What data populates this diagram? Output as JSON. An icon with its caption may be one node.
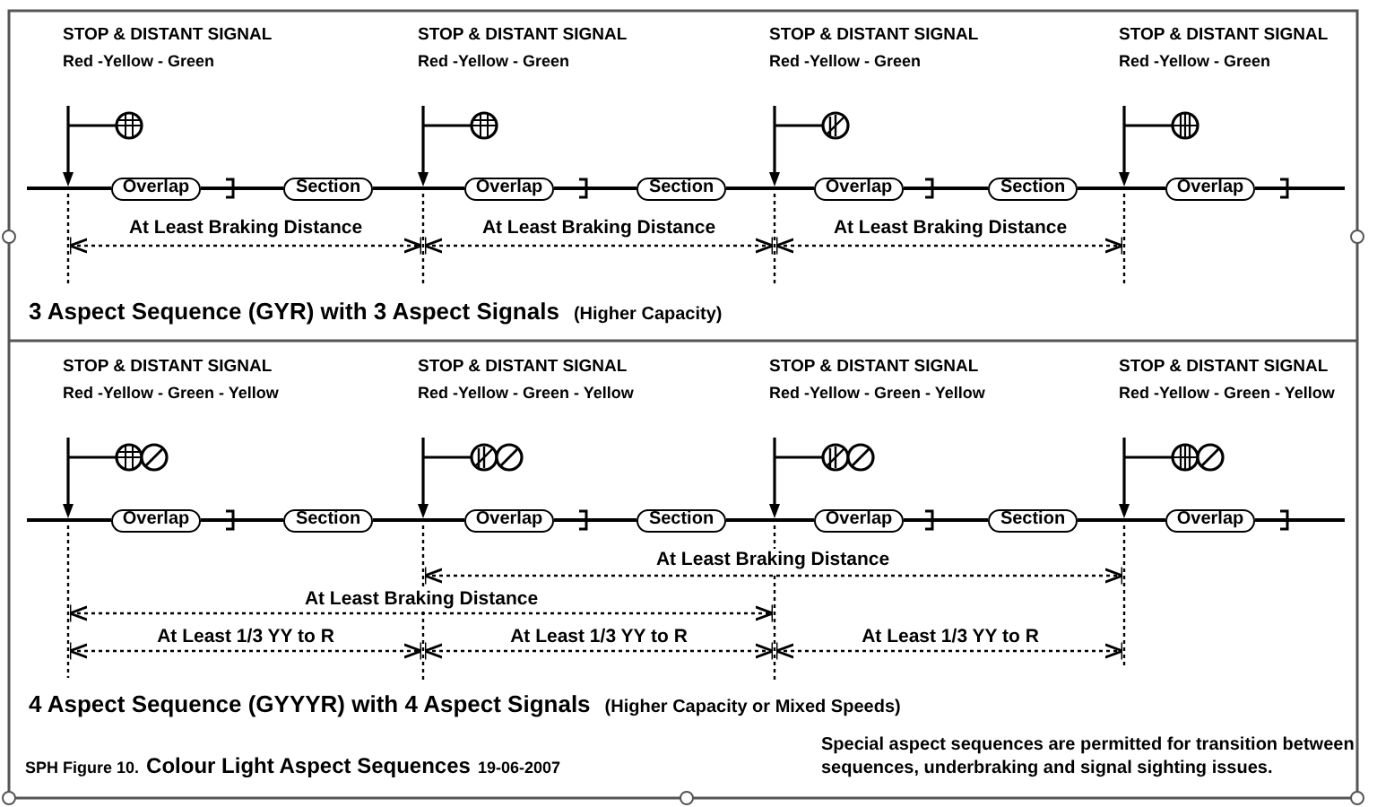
{
  "diagram": {
    "title": "Colour Light Aspect Sequences",
    "nodes": [
      {
        "text": [
          "STOP & DISTANT SIGNAL",
          "Red -Yellow - Green"
        ]
      },
      {
        "text": [
          "STOP & DISTANT SIGNAL",
          "Red -Yellow - Green"
        ]
      },
      {
        "text": [
          "STOP & DISTANT SIGNAL",
          "Red -Yellow - Green"
        ]
      },
      {
        "text": [
          "STOP & DISTANT SIGNAL",
          "Red -Yellow - Green"
        ]
      },
      {
        "text": [
          "Overlap"
        ]
      },
      {
        "text": [
          "Section"
        ]
      },
      {
        "text": [
          "Overlap"
        ]
      },
      {
        "text": [
          "Section"
        ]
      },
      {
        "text": [
          "Overlap"
        ]
      },
      {
        "text": [
          "Section"
        ]
      },
      {
        "text": [
          "Overlap"
        ]
      },
      {
        "text": [
          "STOP & DISTANT SIGNAL",
          "Red -Yellow - Green - Yellow"
        ]
      },
      {
        "text": [
          "STOP & DISTANT SIGNAL",
          "Red -Yellow - Green - Yellow"
        ]
      },
      {
        "text": [
          "STOP & DISTANT SIGNAL",
          "Red -Yellow - Green - Yellow"
        ]
      },
      {
        "text": [
          "STOP & DISTANT SIGNAL",
          "Red -Yellow - Green - Yellow"
        ]
      },
      {
        "text": [
          "Overlap"
        ]
      },
      {
        "text": [
          "Section"
        ]
      },
      {
        "text": [
          "Overlap"
        ]
      },
      {
        "text": [
          "Section"
        ]
      },
      {
        "text": [
          "Overlap"
        ]
      },
      {
        "text": [
          "Section"
        ]
      },
      {
        "text": [
          "Overlap"
        ]
      }
    ],
    "edges": [
      {
        "from": null,
        "to": 4,
        "arrow": "none"
      },
      {
        "from": 4,
        "to": 5,
        "arrow": "none"
      },
      {
        "from": 5,
        "to": 6,
        "arrow": "none"
      },
      {
        "from": 6,
        "to": 7,
        "arrow": "none"
      },
      {
        "from": 7,
        "to": 8,
        "arrow": "none"
      },
      {
        "from": 8,
        "to": 9,
        "arrow": "none"
      },
      {
        "from": 9,
        "to": 10,
        "arrow": "none"
      },
      {
        "from": 10,
        "to": null,
        "arrow": "none"
      },
      {
        "from": null,
        "to": 15,
        "arrow": "none"
      },
      {
        "from": 15,
        "to": 16,
        "arrow": "none"
      },
      {
        "from": 16,
        "to": 17,
        "arrow": "none"
      },
      {
        "from": 17,
        "to": 18,
        "arrow": "none"
      },
      {
        "from": 18,
        "to": 19,
        "arrow": "none"
      },
      {
        "from": 19,
        "to": 20,
        "arrow": "none"
      },
      {
        "from": 20,
        "to": 21,
        "arrow": "none"
      },
      {
        "from": 21,
        "to": null,
        "arrow": "none"
      }
    ],
    "labels": [
      "At Least Braking Distance",
      "At Least Braking Distance",
      "At Least Braking Distance",
      "3 Aspect Sequence (GYR) with 3 Aspect Signals",
      "(Higher Capacity)",
      "At Least Braking Distance",
      "At Least Braking Distance",
      "At Least 1/3 YY to R",
      "At Least 1/3 YY to R",
      "At Least 1/3 YY to R",
      "4 Aspect Sequence (GYYYR) with 4 Aspect Signals",
      "(Higher Capacity or Mixed Speeds)",
      "SPH Figure 10.",
      "19-06-2007",
      "Special aspect sequences are permitted for transition between sequences, underbraking and signal sighting issues."
    ]
  }
}
